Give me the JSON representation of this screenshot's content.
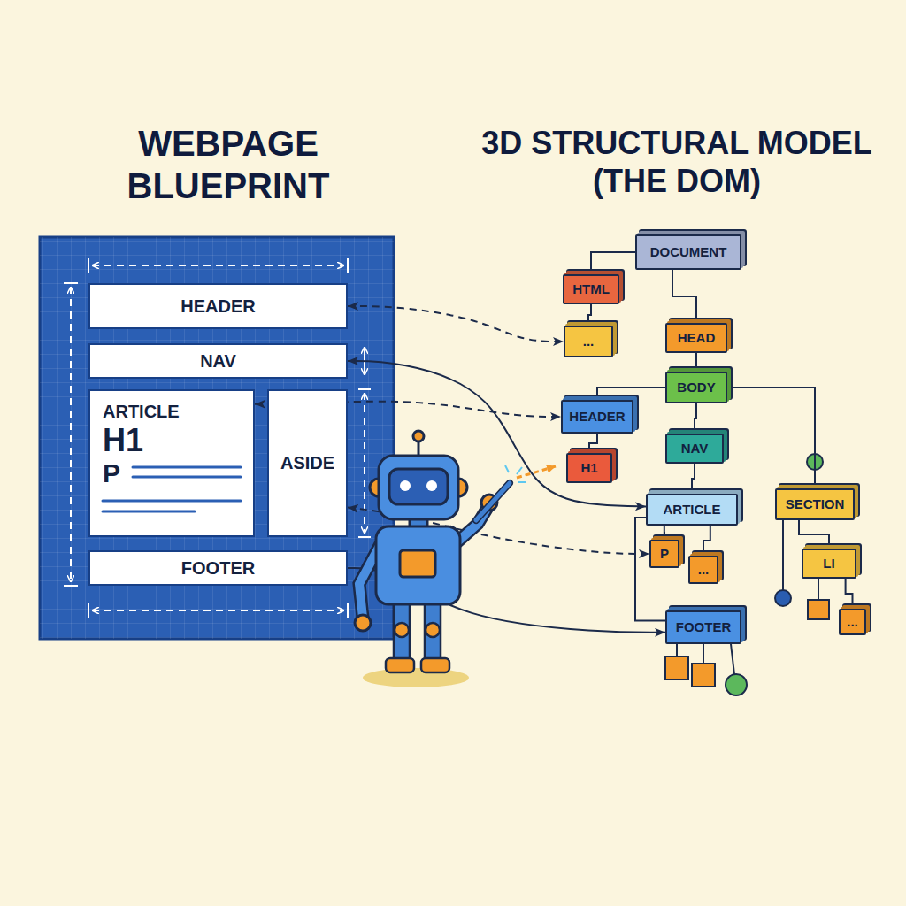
{
  "diagram": {
    "nodes": [
      {
        "text": [
          "HEADER"
        ]
      },
      {
        "text": [
          "NAV"
        ]
      },
      {
        "text": [
          "ARTICLE",
          "H1",
          "P"
        ]
      },
      {
        "text": [
          "ASIDE"
        ]
      },
      {
        "text": [
          "FOOTER"
        ]
      },
      {
        "text": [
          "DOCUMENT"
        ]
      },
      {
        "text": [
          "HTML"
        ]
      },
      {
        "text": [
          "..."
        ]
      },
      {
        "text": [
          "HEAD"
        ]
      },
      {
        "text": [
          "BODY"
        ]
      },
      {
        "text": [
          "HEADER"
        ]
      },
      {
        "text": [
          "H1"
        ]
      },
      {
        "text": [
          "NAV"
        ]
      },
      {
        "text": [
          "ARTICLE"
        ]
      },
      {
        "text": [
          "SECTION"
        ]
      },
      {
        "text": [
          "P"
        ]
      },
      {
        "text": [
          "..."
        ]
      },
      {
        "text": [
          "LI"
        ]
      },
      {
        "text": [
          "..."
        ]
      },
      {
        "text": [
          "FOOTER"
        ]
      }
    ],
    "edges": [
      {
        "from": 0,
        "to": 7,
        "arrow": "both"
      },
      {
        "from": 1,
        "to": 13,
        "arrow": "both"
      },
      {
        "from": 2,
        "to": 10,
        "arrow": "both"
      },
      {
        "from": 3,
        "to": 15,
        "arrow": "both"
      },
      {
        "from": 4,
        "to": 19,
        "arrow": "to"
      },
      {
        "from": 5,
        "to": 6,
        "arrow": "none"
      },
      {
        "from": 5,
        "to": 8,
        "arrow": "none"
      },
      {
        "from": 6,
        "to": 7,
        "arrow": "none"
      },
      {
        "from": 8,
        "to": 9,
        "arrow": "none"
      },
      {
        "from": 9,
        "to": 10,
        "arrow": "none"
      },
      {
        "from": 10,
        "to": 11,
        "arrow": "none"
      },
      {
        "from": 9,
        "to": 12,
        "arrow": "none"
      },
      {
        "from": 12,
        "to": 13,
        "arrow": "none"
      },
      {
        "from": 9,
        "to": 14,
        "arrow": "none"
      },
      {
        "from": 13,
        "to": 15,
        "arrow": "none"
      },
      {
        "from": 13,
        "to": 16,
        "arrow": "none"
      },
      {
        "from": 14,
        "to": 17,
        "arrow": "none"
      },
      {
        "from": 17,
        "to": 18,
        "arrow": "none"
      },
      {
        "from": 13,
        "to": 19,
        "arrow": "none"
      }
    ],
    "labels": [
      "WEBPAGE BLUEPRINT",
      "3D STRUCTURAL MODEL (THE DOM)"
    ]
  }
}
